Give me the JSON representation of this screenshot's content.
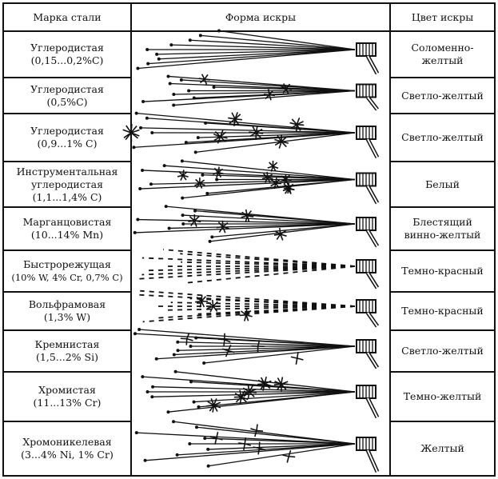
{
  "headers": {
    "grade": "Марка стали",
    "shape": "Форма искры",
    "color": "Цвет искры"
  },
  "rows": [
    {
      "name": "Углеродистая",
      "comp": "(0,15...0,2%С)",
      "color": "Соломенно-желтый",
      "spark": "straight"
    },
    {
      "name": "Углеродистая",
      "comp": "(0,5%С)",
      "color": "Светло-желтый",
      "spark": "few-bursts"
    },
    {
      "name": "Углеродистая",
      "comp": "(0,9...1% С)",
      "color": "Светло-желтый",
      "spark": "many-bursts"
    },
    {
      "name": "Инструментальная углеродистая",
      "comp": "(1,1...1,4% С)",
      "color": "Белый",
      "spark": "dense-bursts"
    },
    {
      "name": "Марганцовистая",
      "comp": "(10...14% Mn)",
      "color": "Блестящий винно-желтый",
      "spark": "bursts"
    },
    {
      "name": "Быстрорежущая",
      "comp": "(10% W, 4% Cr, 0,7% С)",
      "color": "Темно-красный",
      "spark": "dashed"
    },
    {
      "name": "Вольфрамовая",
      "comp": "(1,3% W)",
      "color": "Темно-красный",
      "spark": "dashed-bursts"
    },
    {
      "name": "Кремнистая",
      "comp": "(1,5...2% Si)",
      "color": "Светло-желтый",
      "spark": "crosses"
    },
    {
      "name": "Хромистая",
      "comp": "(11...13% Cr)",
      "color": "Темно-желтый",
      "spark": "stars"
    },
    {
      "name": "Хромоникелевая",
      "comp": "(3...4% Ni, 1% Cr)",
      "color": "Желтый",
      "spark": "crosses"
    }
  ]
}
